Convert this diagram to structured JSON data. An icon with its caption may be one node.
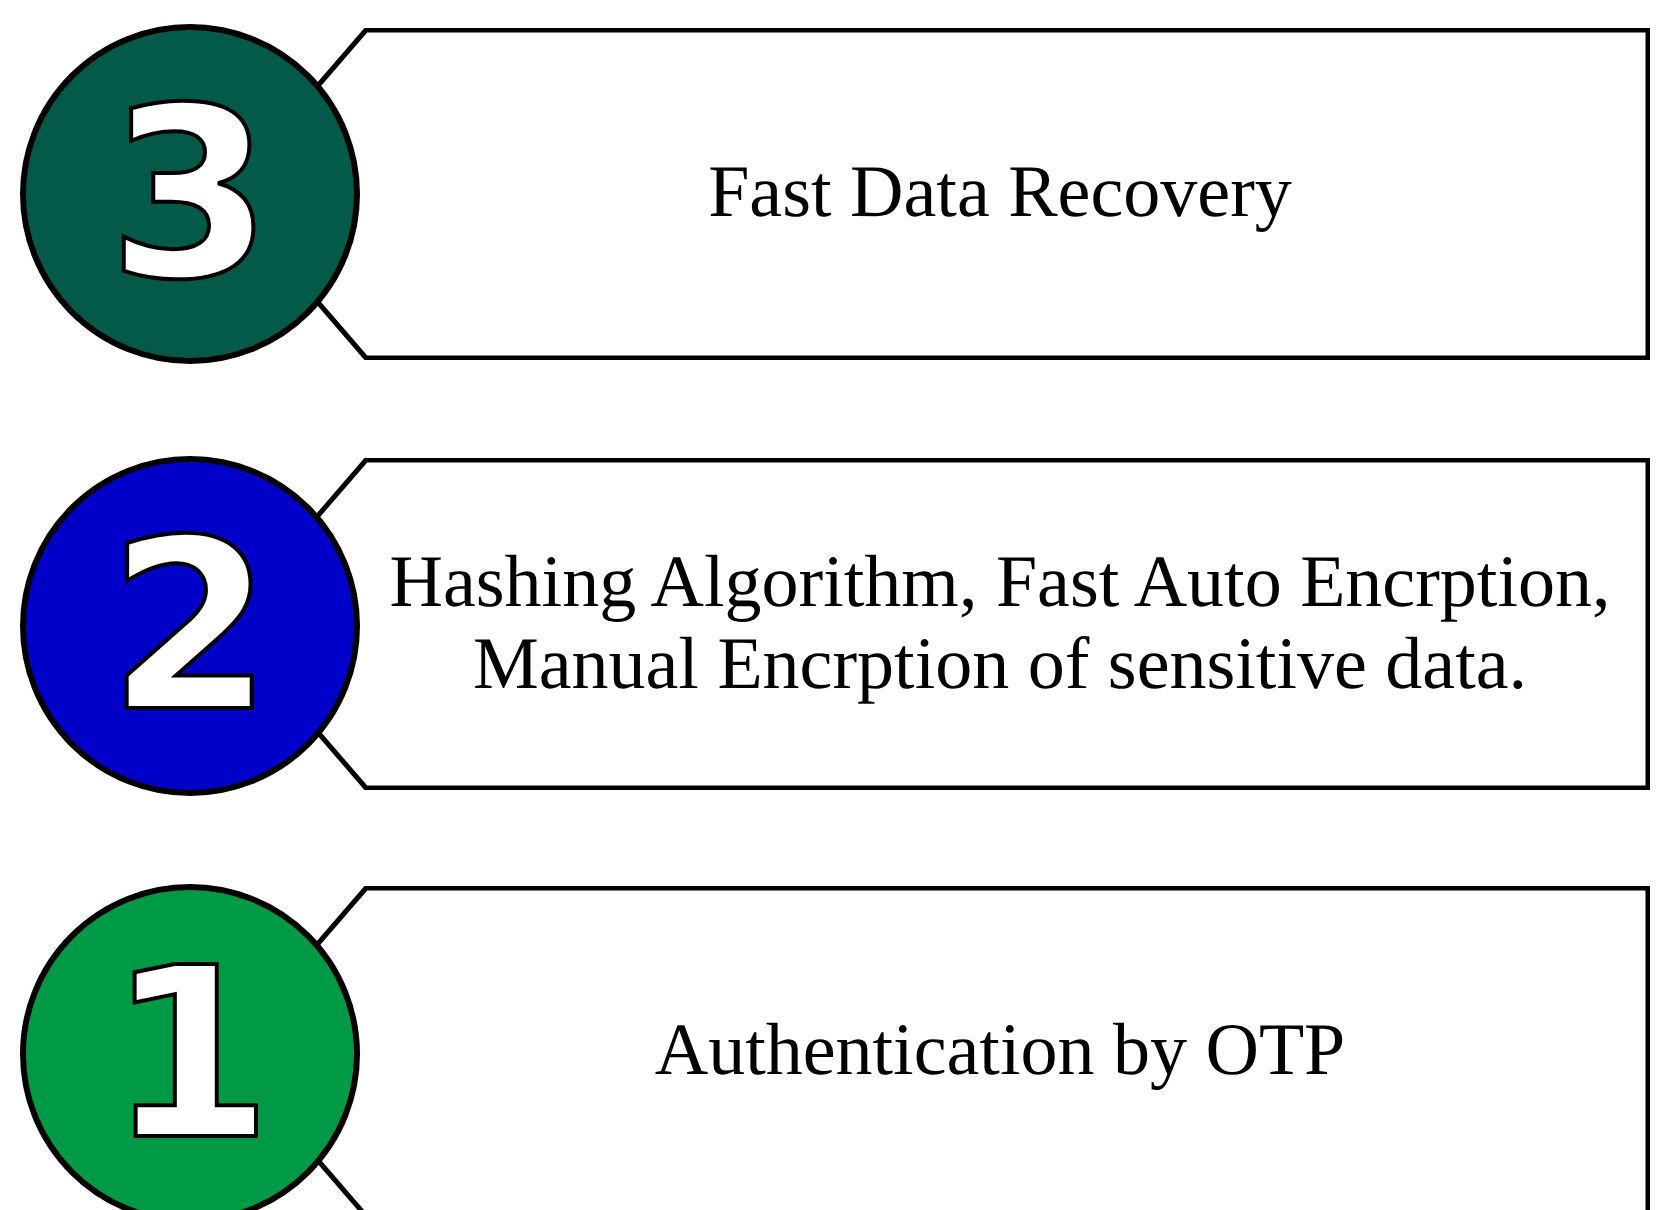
{
  "diagram": {
    "nodes": [
      {
        "text": [
          "3"
        ]
      },
      {
        "text": [
          "Fast Data Recovery"
        ]
      },
      {
        "text": [
          "2"
        ]
      },
      {
        "text": [
          "Hashing Algorithm, Fast Auto Encrption, Manual Encrption of sensitive data."
        ]
      },
      {
        "text": [
          "1"
        ]
      },
      {
        "text": [
          "Authentication by OTP"
        ]
      }
    ]
  }
}
